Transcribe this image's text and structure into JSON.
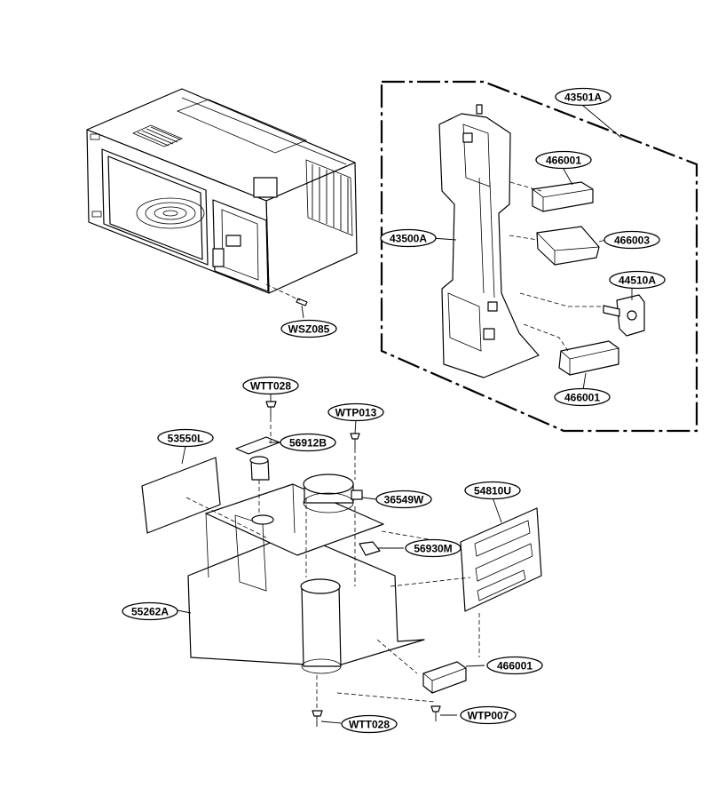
{
  "callouts": [
    {
      "id": "c_43501a",
      "label": "43501A"
    },
    {
      "id": "c_466001_top",
      "label": "466001"
    },
    {
      "id": "c_43500a",
      "label": "43500A"
    },
    {
      "id": "c_466003",
      "label": "466003"
    },
    {
      "id": "c_44510a",
      "label": "44510A"
    },
    {
      "id": "c_466001_mid",
      "label": "466001"
    },
    {
      "id": "c_wsz085",
      "label": "WSZ085"
    },
    {
      "id": "c_wtt028_top",
      "label": "WTT028"
    },
    {
      "id": "c_wtp013",
      "label": "WTP013"
    },
    {
      "id": "c_53550l",
      "label": "53550L"
    },
    {
      "id": "c_56912b",
      "label": "56912B"
    },
    {
      "id": "c_36549w",
      "label": "36549W"
    },
    {
      "id": "c_54810u",
      "label": "54810U"
    },
    {
      "id": "c_56930m",
      "label": "56930M"
    },
    {
      "id": "c_55262a",
      "label": "55262A"
    },
    {
      "id": "c_466001_bottom",
      "label": "466001"
    },
    {
      "id": "c_wtt028_bottom",
      "label": "WTT028"
    },
    {
      "id": "c_wtp007",
      "label": "WTP007"
    }
  ]
}
